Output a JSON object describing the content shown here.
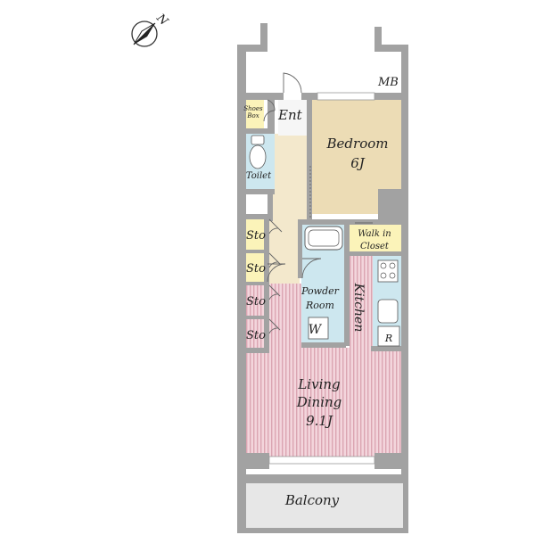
{
  "compass": {
    "north_label": "N"
  },
  "rooms": {
    "mb": "MB",
    "entrance": "Ent",
    "shoes_box": [
      "Shoes",
      "Box"
    ],
    "bedroom": {
      "name": "Bedroom",
      "size": "6J"
    },
    "toilet": "Toilet",
    "walk_in_closet": [
      "Walk in",
      "Closet"
    ],
    "storage": [
      "Sto",
      "Sto",
      "Sto",
      "Sto"
    ],
    "powder_room": [
      "Powder",
      "Room"
    ],
    "washer": "W",
    "kitchen": "Kitchen",
    "refrigerator": "R",
    "living_dining": [
      "Living",
      "Dining",
      "9.1J"
    ],
    "balcony": "Balcony"
  },
  "colors": {
    "wall": "#a2a2a2",
    "bedroom": "#ecdcb5",
    "corridor": "#f3e8cc",
    "wet_area": "#cde7ef",
    "storage": "#fbf3b9",
    "living_floor": "#f3d5dc",
    "living_stripe": "#dba5b2",
    "balcony": "#e7e7e7",
    "window": "#ffffff"
  }
}
